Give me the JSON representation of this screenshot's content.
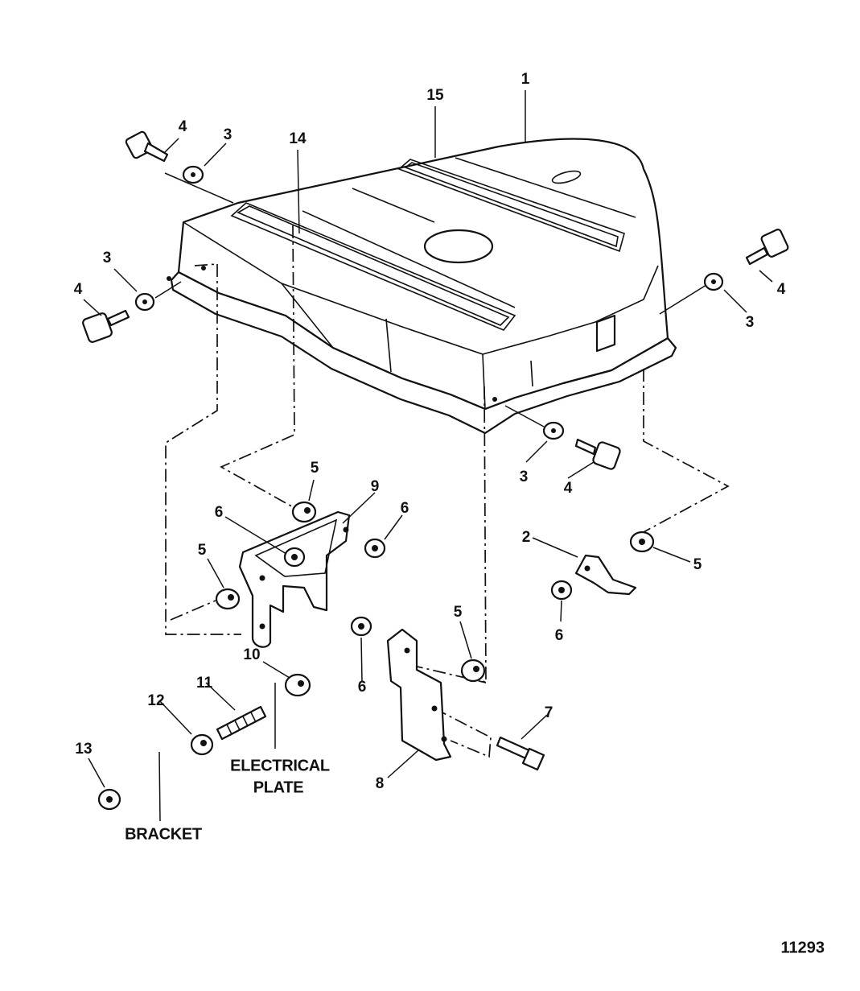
{
  "figure_number": "11293",
  "captions": {
    "electrical_plate_line1": "ELECTRICAL",
    "electrical_plate_line2": "PLATE",
    "bracket": "BRACKET"
  },
  "callouts": {
    "c1": "1",
    "c15": "15",
    "c14": "14",
    "c4a": "4",
    "c3a": "3",
    "c3b": "3",
    "c4b": "4",
    "c4c": "4",
    "c3c": "3",
    "c3d": "3",
    "c4d": "4",
    "c5a": "5",
    "c9": "9",
    "c6a": "6",
    "c6b": "6",
    "c5b": "5",
    "c2": "2",
    "c5c": "5",
    "c6c": "6",
    "c5d": "5",
    "c6d": "6",
    "c10": "10",
    "c11": "11",
    "c12": "12",
    "c13": "13",
    "c7": "7",
    "c8": "8"
  }
}
